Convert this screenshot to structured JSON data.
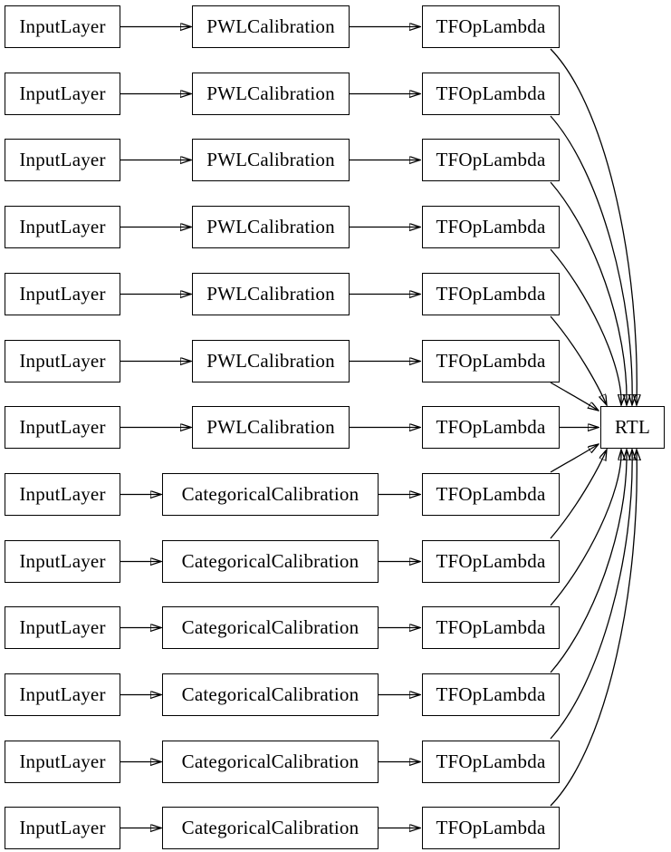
{
  "diagram": {
    "type": "keras-model-graph",
    "connectivity_note": "Each row: InputLayer -> Calibration -> TFOpLambda; all 13 TFOpLambda nodes -> RTL",
    "colors": {
      "background": "#ffffff",
      "node_fill": "#ffffff",
      "node_border": "#000000",
      "edge": "#000000",
      "text": "#000000"
    },
    "sink": {
      "label": "RTL"
    },
    "rows": [
      {
        "input": "InputLayer",
        "calibration": "PWLCalibration",
        "lambda": "TFOpLambda"
      },
      {
        "input": "InputLayer",
        "calibration": "PWLCalibration",
        "lambda": "TFOpLambda"
      },
      {
        "input": "InputLayer",
        "calibration": "PWLCalibration",
        "lambda": "TFOpLambda"
      },
      {
        "input": "InputLayer",
        "calibration": "PWLCalibration",
        "lambda": "TFOpLambda"
      },
      {
        "input": "InputLayer",
        "calibration": "PWLCalibration",
        "lambda": "TFOpLambda"
      },
      {
        "input": "InputLayer",
        "calibration": "PWLCalibration",
        "lambda": "TFOpLambda"
      },
      {
        "input": "InputLayer",
        "calibration": "PWLCalibration",
        "lambda": "TFOpLambda"
      },
      {
        "input": "InputLayer",
        "calibration": "CategoricalCalibration",
        "lambda": "TFOpLambda"
      },
      {
        "input": "InputLayer",
        "calibration": "CategoricalCalibration",
        "lambda": "TFOpLambda"
      },
      {
        "input": "InputLayer",
        "calibration": "CategoricalCalibration",
        "lambda": "TFOpLambda"
      },
      {
        "input": "InputLayer",
        "calibration": "CategoricalCalibration",
        "lambda": "TFOpLambda"
      },
      {
        "input": "InputLayer",
        "calibration": "CategoricalCalibration",
        "lambda": "TFOpLambda"
      },
      {
        "input": "InputLayer",
        "calibration": "CategoricalCalibration",
        "lambda": "TFOpLambda"
      }
    ]
  }
}
